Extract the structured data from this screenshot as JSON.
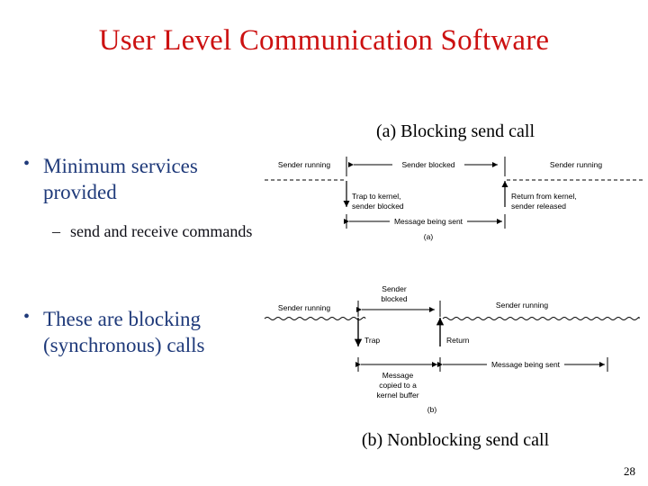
{
  "slide": {
    "title": "User Level Communication Software",
    "page_number": "28",
    "title_color": "#CC1111",
    "bullet_color": "#1F3A7A",
    "subbullet_color": "#0C0C14",
    "diagram_color": "#000000",
    "background_color": "#FFFFFF"
  },
  "bullets": [
    {
      "marker": "•",
      "text": "Minimum services provided",
      "sub": [
        {
          "marker": "–",
          "text": "send and receive commands"
        }
      ]
    },
    {
      "marker": "•",
      "text": "These are blocking (synchronous) calls",
      "sub": []
    }
  ],
  "figures": [
    {
      "id": "a",
      "caption": "(a) Blocking send call",
      "inner_label": "(a)",
      "labels": {
        "left_state": "Sender running",
        "middle_state": "Sender blocked",
        "right_state": "Sender running",
        "trap": "Trap to kernel, sender blocked",
        "trap_line1": "Trap to kernel,",
        "trap_line2": "sender blocked",
        "return": "Return from kernel, sender released",
        "return_line1": "Return from kernel,",
        "return_line2": "sender released",
        "message": "Message being sent"
      }
    },
    {
      "id": "b",
      "caption": "(b) Nonblocking send call",
      "inner_label": "(b)",
      "labels": {
        "left_state": "Sender running",
        "middle_state_line1": "Sender",
        "middle_state_line2": "blocked",
        "right_state": "Sender running",
        "trap": "Trap",
        "return": "Return",
        "copy_line1": "Message",
        "copy_line2": "copied to a",
        "copy_line3": "kernel buffer",
        "message": "Message being sent"
      }
    }
  ]
}
